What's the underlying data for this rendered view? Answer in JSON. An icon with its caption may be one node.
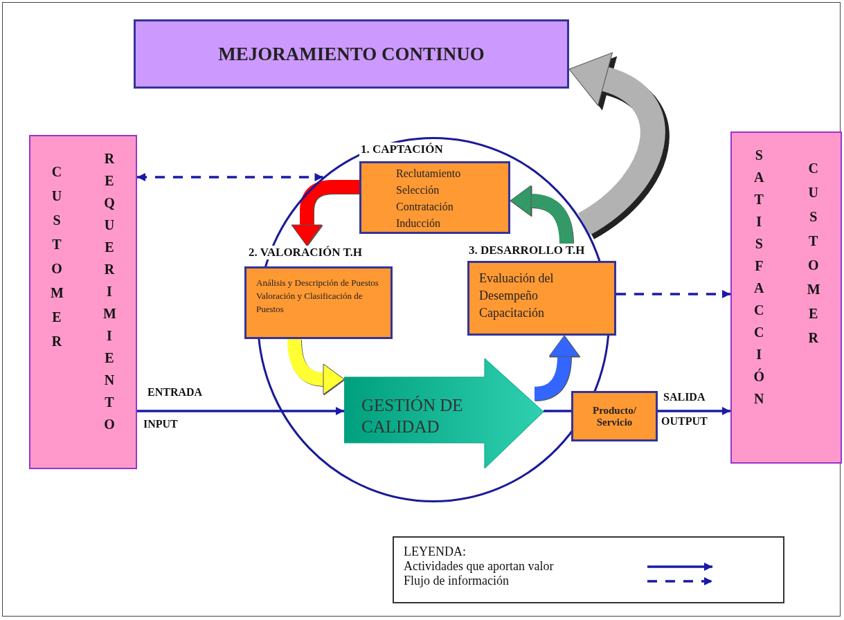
{
  "diagram": {
    "nodes": [
      {
        "text": [
          "MEJORAMIENTO CONTINUO"
        ]
      },
      {
        "text": [
          "CUSTOMER",
          "REQUERIMIENTO"
        ]
      },
      {
        "text": [],
        "shape": "circle"
      },
      {
        "text": [
          "1. CAPTACIÓN",
          "Reclutamiento",
          "Selección",
          "Contratación",
          "Inducción"
        ],
        "in": 2
      },
      {
        "text": [
          "2. VALORACIÓN T.H",
          "Análisis y Descripción de Puestos",
          "Valoración y Clasificación de Puestos"
        ],
        "in": 2
      },
      {
        "text": [
          "3. DESARROLLO T.H",
          "Evaluación del Desempeño",
          "Capacitación"
        ],
        "in": 2
      },
      {
        "text": [
          "GESTIÓN DE CALIDAD"
        ],
        "in": 2
      },
      {
        "text": [
          "Producto/ Servicio"
        ]
      },
      {
        "text": [
          "SATISFACCIÓN",
          "CUSTOMER"
        ]
      }
    ],
    "edges": [
      {
        "from": 1,
        "to": 2,
        "arrow": "both",
        "style": "dashed"
      },
      {
        "from": 3,
        "to": 4,
        "arrow": "to",
        "style": "thick",
        "color": "#ff0000"
      },
      {
        "from": 4,
        "to": 6,
        "arrow": "to",
        "style": "thick",
        "color": "#ffff33"
      },
      {
        "from": 6,
        "to": 5,
        "arrow": "to",
        "style": "thick",
        "color": "#3366ff"
      },
      {
        "from": 5,
        "to": 3,
        "arrow": "to",
        "style": "thick",
        "color": "#339966"
      },
      {
        "from": 2,
        "to": 0,
        "arrow": "to",
        "style": "thick",
        "color": "#b2b2b2"
      },
      {
        "from": 5,
        "to": 8,
        "arrow": "to",
        "style": "dashed"
      },
      {
        "from": 1,
        "to": 6,
        "arrow": "to",
        "label": "ENTRADA"
      },
      {
        "from": 6,
        "to": 7,
        "arrow": "none"
      },
      {
        "from": 7,
        "to": 8,
        "arrow": "to",
        "label": "SALIDA"
      }
    ],
    "labels": [
      "INPUT",
      "OUTPUT",
      "LEYENDA:"
    ],
    "legend": [
      {
        "text": "Actividades que aportan valor"
      },
      {
        "text": "Flujo de información"
      }
    ]
  }
}
